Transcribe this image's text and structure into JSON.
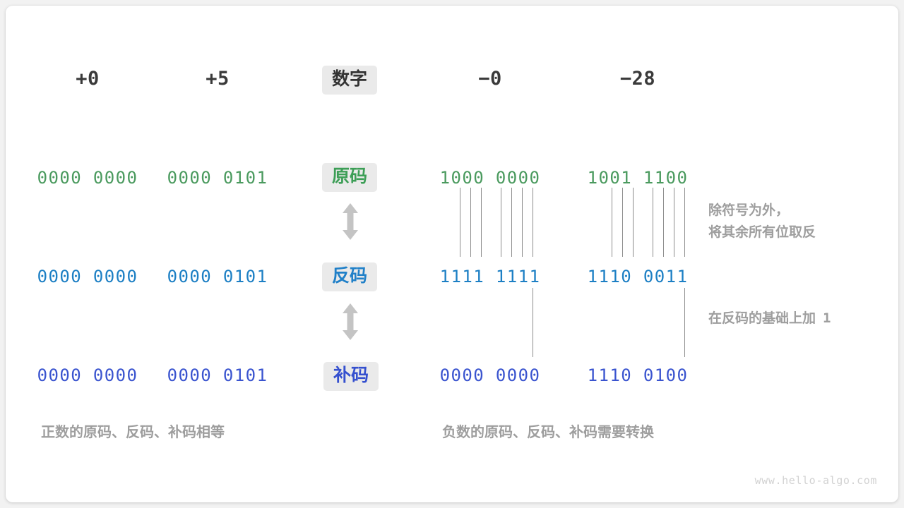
{
  "figure": {
    "watermark": "www.hello-algo.com",
    "colors": {
      "background": "#f2f2f2",
      "card": "#ffffff",
      "badge_bg": "#eaeaea",
      "sign_magnitude": "#4a9a5e",
      "ones_complement": "#1c7fc4",
      "twos_complement": "#3a54cf",
      "note_gray": "#9e9e9e",
      "line_gray": "#8c8c8c",
      "arrow_gray": "#c4c4c4"
    }
  },
  "header": {
    "label": "数字",
    "columns": [
      {
        "value": "+0"
      },
      {
        "value": "+5"
      },
      {
        "value": "−0"
      },
      {
        "value": "−28"
      }
    ]
  },
  "rows": [
    {
      "label": "原码",
      "label_color": "#3c9e56",
      "value_color": "#4a9a5e",
      "values": [
        "0000 0000",
        "0000 0101",
        "1000 0000",
        "1001 1100"
      ]
    },
    {
      "label": "反码",
      "label_color": "#2080c8",
      "value_color": "#1c7fc4",
      "values": [
        "0000 0000",
        "0000 0101",
        "1111 1111",
        "1110 0011"
      ]
    },
    {
      "label": "补码",
      "label_color": "#3550cf",
      "value_color": "#3a54cf",
      "values": [
        "0000 0000",
        "0000 0101",
        "0000 0000",
        "1110 0100"
      ]
    }
  ],
  "notes": {
    "invert": {
      "line1": "除符号为外，",
      "line2": "将其余所有位取反"
    },
    "add_one": {
      "text": "在反码的基础上加",
      "suffix": "1"
    }
  },
  "captions": {
    "positive": "正数的原码、反码、补码相等",
    "negative": "负数的原码、反码、补码需要转换"
  }
}
